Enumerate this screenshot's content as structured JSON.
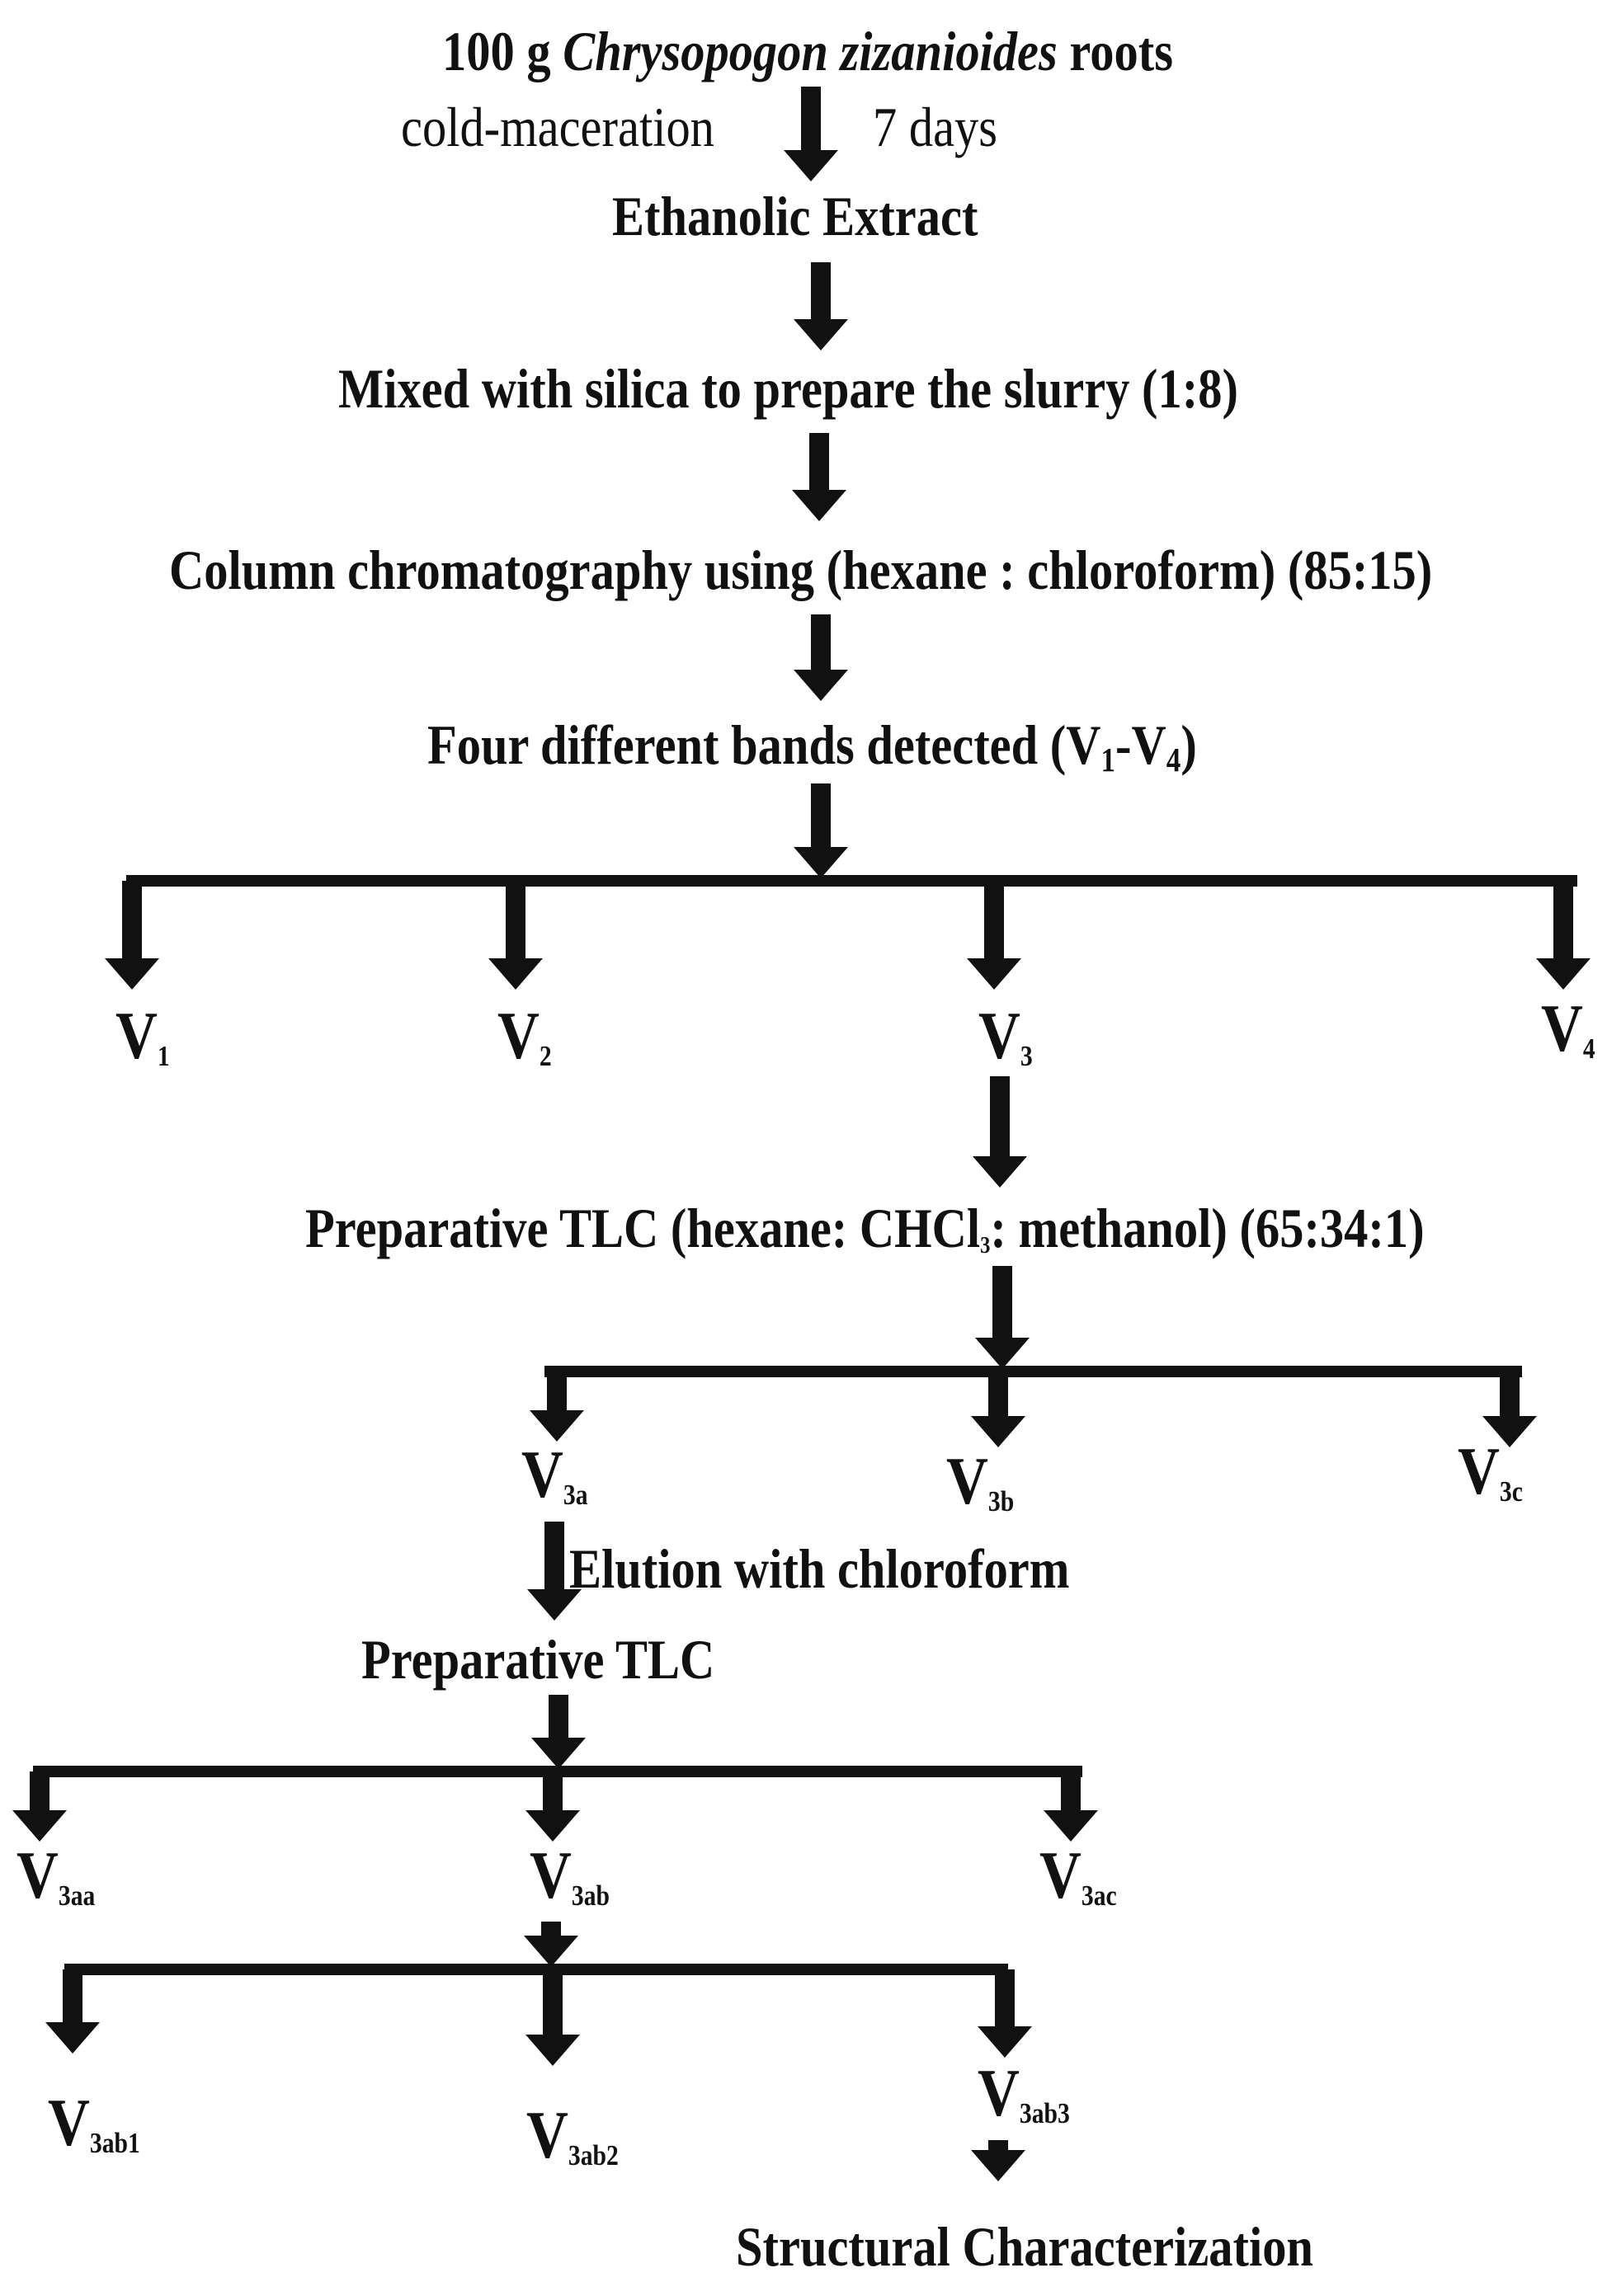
{
  "colors": {
    "ink": "#111111",
    "background": "#ffffff"
  },
  "steps": {
    "start_prefix": "100 g",
    "start_species": "Chrysopogon zizanioides",
    "start_suffix": "roots",
    "maceration_left": "cold-maceration",
    "maceration_right": "7 days",
    "extract": "Ethanolic Extract",
    "silica": "Mixed with silica to prepare the slurry (1:8)",
    "column": "Column chromatography using (hexane : chloroform) (85:15)",
    "bands_text": "Four different bands detected (V",
    "bands_from": "1",
    "bands_dash": "-V",
    "bands_to": "4",
    "bands_close": ")",
    "ptlc1_a": "Preparative TLC (hexane: CHCl",
    "ptlc1_sub": "3",
    "ptlc1_b": ": methanol) (65:34:1)",
    "elution": "Elution with chloroform",
    "ptlc2": "Preparative TLC",
    "final": "Structural Characterization"
  },
  "nodes": {
    "base": "V",
    "v1": "1",
    "v2": "2",
    "v3": "3",
    "v4": "4",
    "v3a": "3a",
    "v3b": "3b",
    "v3c": "3c",
    "v3aa": "3aa",
    "v3ab": "3ab",
    "v3ac": "3ac",
    "v3ab1": "3ab1",
    "v3ab2": "3ab2",
    "v3ab3": "3ab3"
  }
}
